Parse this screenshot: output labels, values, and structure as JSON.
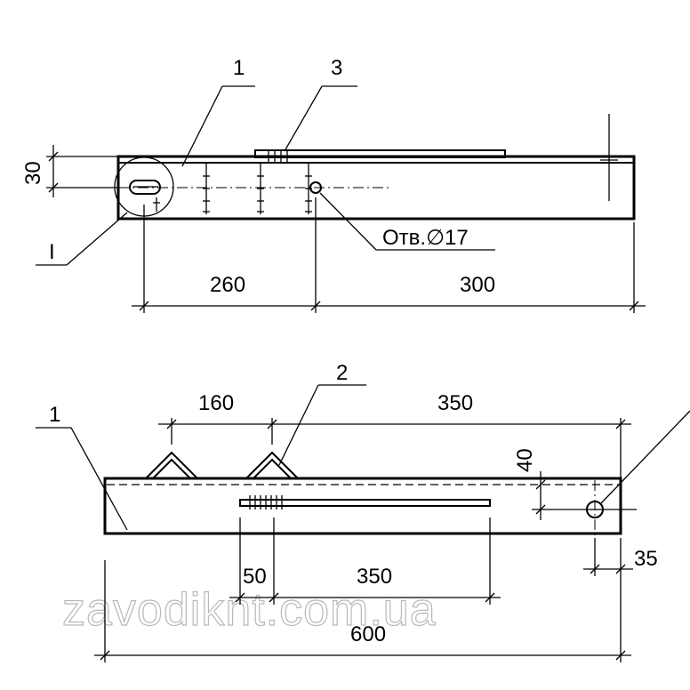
{
  "top_view": {
    "callout_part_1": "1",
    "callout_part_3": "3",
    "detail_mark": "I",
    "dim_height": "30",
    "dim_left": "260",
    "dim_right": "300",
    "hole_note": "Отв.∅17"
  },
  "side_view": {
    "callout_part_1": "1",
    "callout_part_2": "2",
    "dim_160": "160",
    "dim_350_top": "350",
    "dim_40": "40",
    "dim_35": "35",
    "dim_50": "50",
    "dim_350_bottom": "350",
    "dim_600": "600"
  },
  "watermark": "zavodiknt.com.ua"
}
